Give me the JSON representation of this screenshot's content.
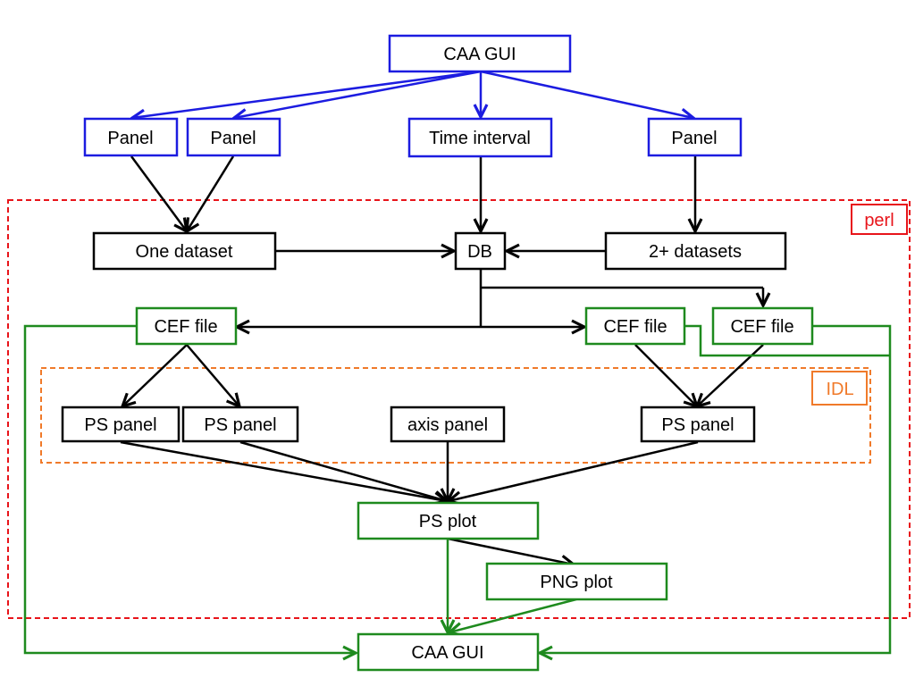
{
  "regions": {
    "perl": {
      "label": "perl",
      "color": "#e8141a"
    },
    "idl": {
      "label": "IDL",
      "color": "#f07a2a"
    }
  },
  "colors": {
    "blue": "#1c1ce0",
    "green": "#1e8a1e",
    "black": "#000000"
  },
  "nodes": {
    "caa_gui_top": "CAA GUI",
    "panel_1": "Panel",
    "panel_2": "Panel",
    "time_interval": "Time interval",
    "panel_3": "Panel",
    "one_dataset": "One dataset",
    "db": "DB",
    "multi_datasets": "2+ datasets",
    "cef_file_1": "CEF file",
    "cef_file_2": "CEF file",
    "cef_file_3": "CEF file",
    "ps_panel_1": "PS panel",
    "ps_panel_2": "PS panel",
    "axis_panel": "axis panel",
    "ps_panel_3": "PS panel",
    "ps_plot": "PS plot",
    "png_plot": "PNG plot",
    "caa_gui_bottom": "CAA GUI"
  }
}
